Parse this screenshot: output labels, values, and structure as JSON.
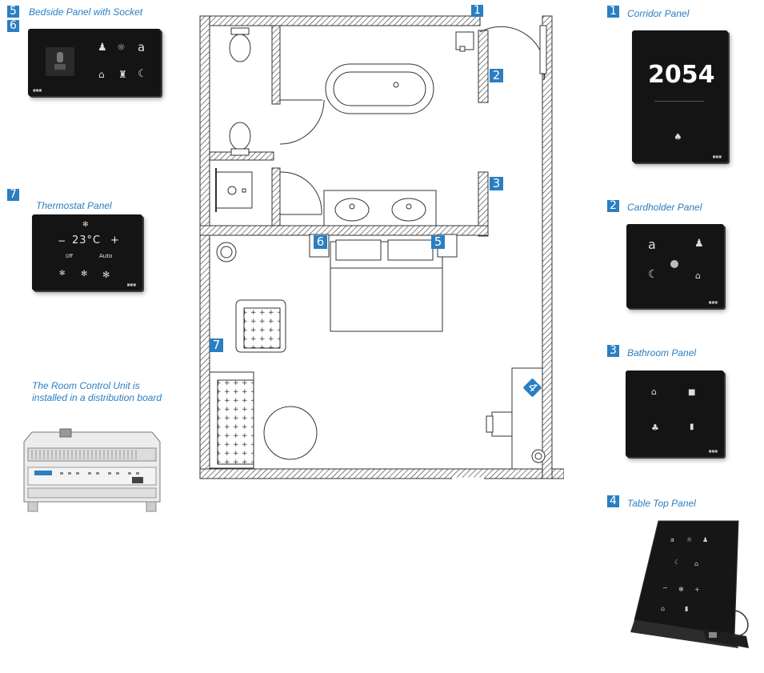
{
  "left": {
    "bedside": {
      "number": "5",
      "number2": "6",
      "caption": "Bedside Panel with Socket"
    },
    "thermostat": {
      "number": "7",
      "caption": "Thermostat Panel",
      "temp": "23°C",
      "minus": "−",
      "plus": "+",
      "off": "Off",
      "auto": "Auto"
    },
    "rcu": {
      "caption_line1": "The Room Control Unit is",
      "caption_line2": "installed in a distribution board"
    }
  },
  "right": {
    "corridor": {
      "number": "1",
      "caption": "Corridor Panel",
      "room_number": "2054"
    },
    "cardholder": {
      "number": "2",
      "caption": "Cardholder Panel"
    },
    "bathroom": {
      "number": "3",
      "caption": "Bathroom Panel"
    },
    "tabletop": {
      "number": "4",
      "caption": "Table Top Panel"
    }
  },
  "plan_markers": {
    "m1": "1",
    "m2": "2",
    "m3": "3",
    "m4": "4",
    "m5": "5",
    "m6": "6",
    "m7": "7"
  },
  "colors": {
    "accent": "#2b7ec1",
    "panel": "#141414",
    "wall_hatch": "#333333"
  }
}
